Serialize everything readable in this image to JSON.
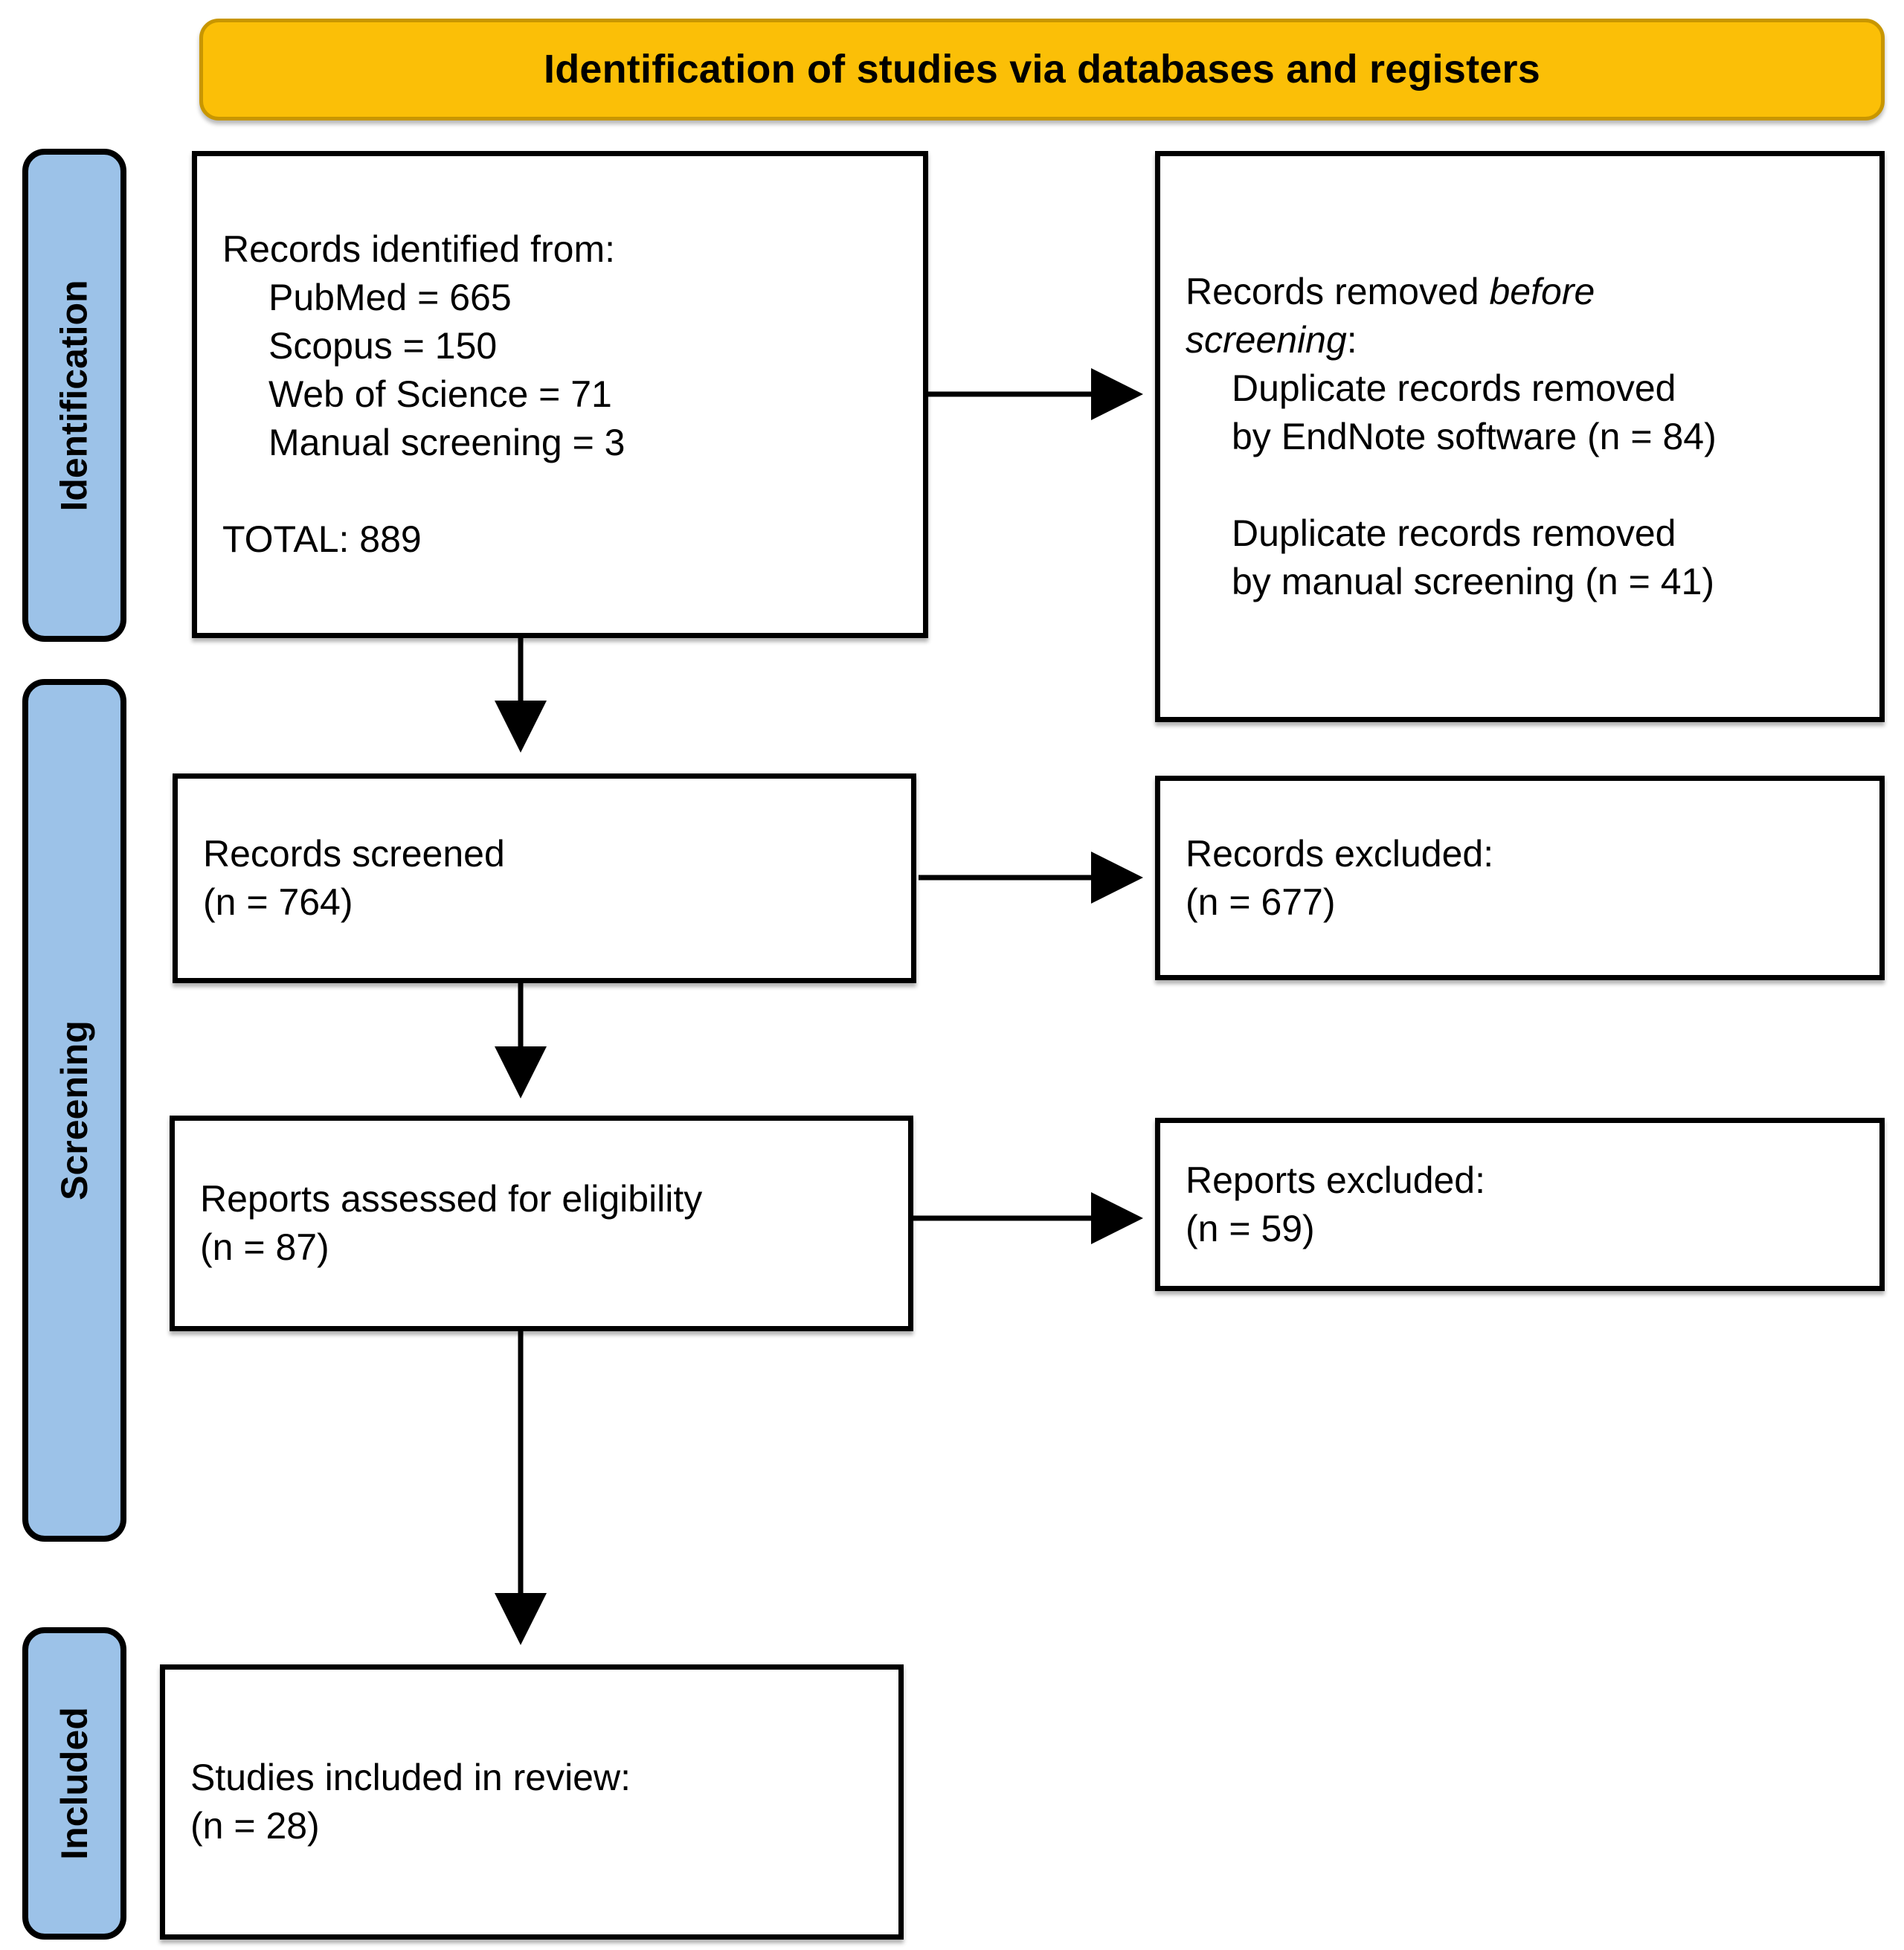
{
  "diagram": {
    "title": "Identification of studies via databases and registers",
    "type": "PRISMA flow diagram"
  },
  "banner": {
    "label": "Identification of studies via databases and registers",
    "fill_color": "#FBBF07",
    "border_color": "#C89600"
  },
  "stages": [
    {
      "id": "identification",
      "label": "Identification",
      "fill_color": "#9CC2E8"
    },
    {
      "id": "screening",
      "label": "Screening",
      "fill_color": "#9CC2E8"
    },
    {
      "id": "included",
      "label": "Included",
      "fill_color": "#9CC2E8"
    }
  ],
  "boxes": {
    "records_identified": {
      "name": "Records identified from",
      "lines": [
        {
          "text": "Records identified from:",
          "indent": false
        },
        {
          "text": "PubMed = 665",
          "indent": true
        },
        {
          "text": "Scopus = 150",
          "indent": true
        },
        {
          "text": "Web of Science = 71",
          "indent": true
        },
        {
          "text": "Manual screening = 3",
          "indent": true
        },
        {
          "text": "",
          "indent": false
        },
        {
          "text": "TOTAL: 889",
          "indent": false
        }
      ]
    },
    "records_removed": {
      "name": "Records removed before screening",
      "lines": [
        {
          "text": "Records removed ",
          "italic_tail": "before",
          "indent": false
        },
        {
          "text": "",
          "italic_lead": "screening",
          "tail": ":",
          "indent": false
        },
        {
          "text": "Duplicate records removed",
          "indent": true
        },
        {
          "text": "by EndNote software (n = 84)",
          "indent": true
        },
        {
          "text": "",
          "indent": false
        },
        {
          "text": "Duplicate records removed",
          "indent": true
        },
        {
          "text": "by manual screening (n = 41)",
          "indent": true
        }
      ]
    },
    "records_screened": {
      "name": "Records screened",
      "lines": [
        {
          "text": "Records screened",
          "indent": false
        },
        {
          "text": "(n = 764)",
          "indent": false
        }
      ]
    },
    "records_excluded": {
      "name": "Records excluded",
      "lines": [
        {
          "text": "Records excluded:",
          "indent": false
        },
        {
          "text": "(n = 677)",
          "indent": false
        }
      ]
    },
    "reports_assessed": {
      "name": "Reports assessed for eligibility",
      "lines": [
        {
          "text": "Reports assessed for eligibility",
          "indent": false
        },
        {
          "text": "(n = 87)",
          "indent": false
        }
      ]
    },
    "reports_excluded": {
      "name": "Reports excluded",
      "lines": [
        {
          "text": "Reports excluded:",
          "indent": false
        },
        {
          "text": "(n = 59)",
          "indent": false
        }
      ]
    },
    "studies_included": {
      "name": "Studies included in review",
      "lines": [
        {
          "text": "Studies included in review:",
          "indent": false
        },
        {
          "text": "(n = 28)",
          "indent": false
        }
      ]
    }
  },
  "counts": {
    "pubmed": 665,
    "scopus": 150,
    "web_of_science": 71,
    "manual_screening": 3,
    "total_identified": 889,
    "duplicates_endnote": 84,
    "duplicates_manual": 41,
    "records_screened": 764,
    "records_excluded": 677,
    "reports_assessed": 87,
    "reports_excluded": 59,
    "studies_included": 28
  },
  "colors": {
    "banner_fill": "#FBBF07",
    "stage_fill": "#9CC2E8",
    "stroke": "#000000",
    "box_fill": "#FFFFFF"
  }
}
